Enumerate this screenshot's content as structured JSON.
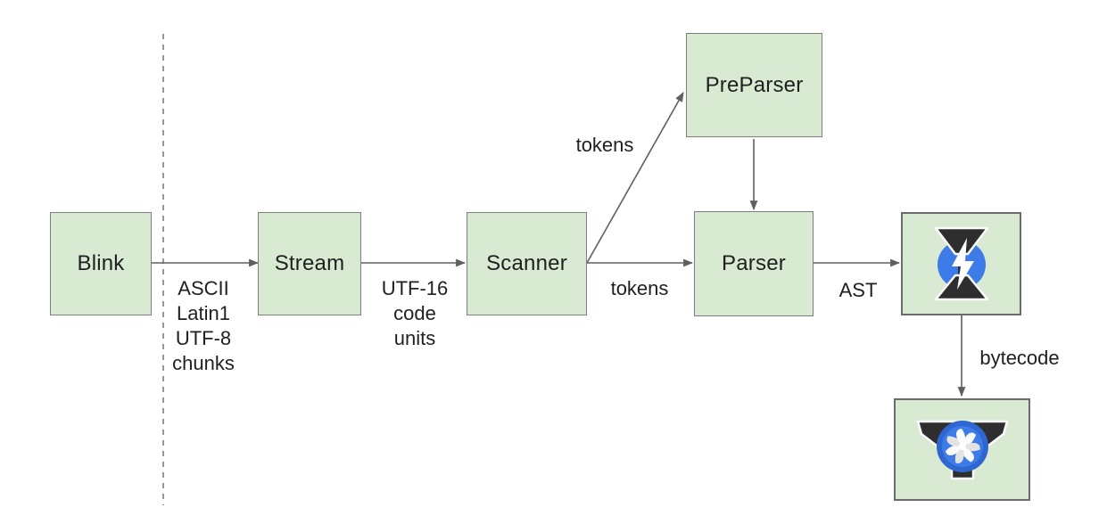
{
  "colors": {
    "node_fill": "#d9ead3",
    "node_border": "#7d7d7d",
    "arrow": "#5f5f5f",
    "dashed_line": "#999999",
    "text": "#1f1f1f",
    "icon_blue": "#3d7ce8",
    "icon_blue_dark": "#2f66d0",
    "icon_dark": "#2e2e2e",
    "canvas_bg": "#ffffff"
  },
  "nodes": {
    "blink": {
      "label": "Blink"
    },
    "stream": {
      "label": "Stream"
    },
    "scanner": {
      "label": "Scanner"
    },
    "preparser": {
      "label": "PreParser"
    },
    "parser": {
      "label": "Parser"
    },
    "ignition": {
      "icon": "ignition-logo-icon"
    },
    "turbofan": {
      "icon": "turbofan-logo-icon"
    }
  },
  "edges": {
    "blink_to_stream": {
      "label_lines": [
        "ASCII",
        "Latin1",
        "UTF-8",
        "chunks"
      ]
    },
    "stream_to_scanner": {
      "label_lines": [
        "UTF-16",
        "code",
        "units"
      ]
    },
    "scanner_to_preparser": {
      "label": "tokens"
    },
    "scanner_to_parser": {
      "label": "tokens"
    },
    "parser_to_ignition": {
      "label": "AST"
    },
    "ignition_to_turbofan": {
      "label": "bytecode"
    }
  }
}
